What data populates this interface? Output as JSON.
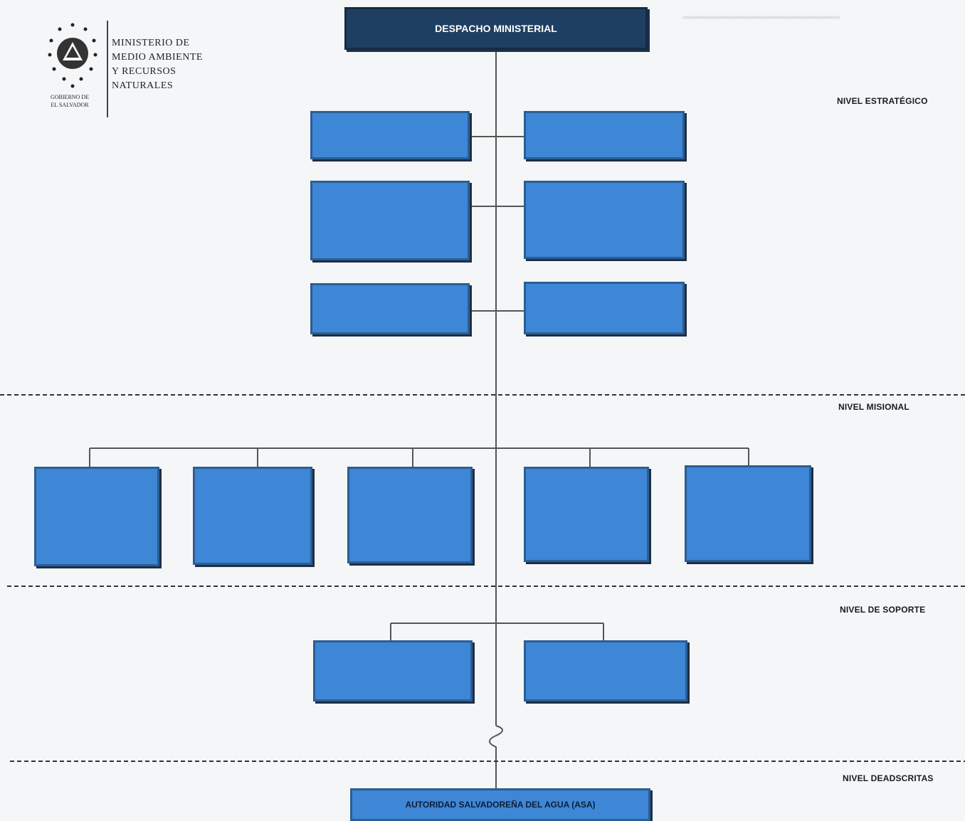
{
  "logo": {
    "line1": "MINISTERIO DE",
    "line2": "MEDIO AMBIENTE",
    "line3": "Y RECURSOS",
    "line4": "NATURALES",
    "country_line1": "GOBIERNO DE",
    "country_line2": "EL SALVADOR"
  },
  "levels": {
    "estrategico": "NIVEL ESTRATÉGICO",
    "misional": "NIVEL MISIONAL",
    "soporte": "NIVEL DE SOPORTE",
    "adscritas": "NIVEL DEADSCRITAS"
  },
  "boxes": {
    "despacho": "DESPACHO MINISTERIAL",
    "asesoria": "",
    "juridica": "",
    "planificacion": "",
    "cooperacion": "",
    "comunicaciones": "",
    "ejecutiva": ""
  },
  "misional_boxes": [
    "",
    "",
    "",
    "",
    ""
  ],
  "soporte_boxes": [
    "",
    ""
  ],
  "adscrita": "AUTORIDAD SALVADOREÑA DEL AGUA (ASA)",
  "colors": {
    "box_fill": "#3e86d6",
    "box_border": "#2b5e95",
    "top_fill": "#1f3f62",
    "line": "#555555"
  }
}
